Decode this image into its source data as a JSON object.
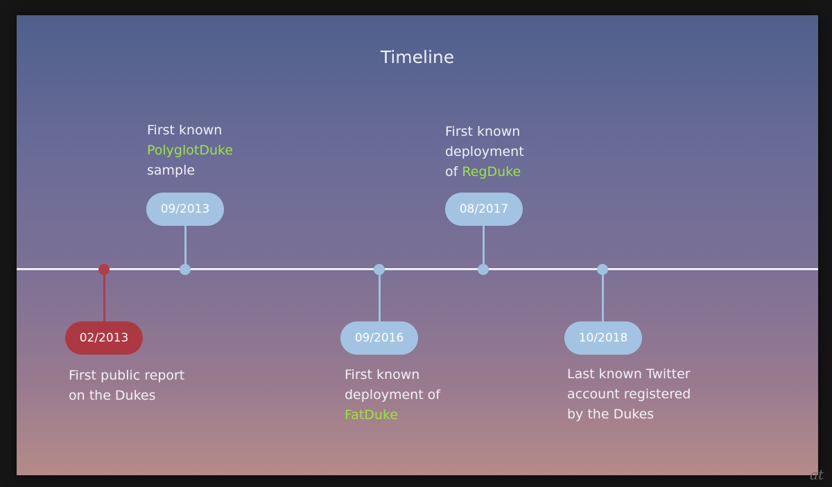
{
  "title": "Timeline",
  "events": [
    {
      "date": "02/2013",
      "line1": "First public report",
      "line2": "on the Dukes"
    },
    {
      "date": "09/2013",
      "line1": "First known",
      "highlight": "PolyglotDuke",
      "line3": "sample"
    },
    {
      "date": "09/2016",
      "line1": "First known",
      "line2": "deployment of",
      "highlight": "FatDuke"
    },
    {
      "date": "08/2017",
      "line1": "First known",
      "line2": "deployment",
      "prefix": "of ",
      "highlight": "RegDuke"
    },
    {
      "date": "10/2018",
      "line1": "Last known Twitter",
      "line2": "account registered",
      "line3": "by the Dukes"
    }
  ],
  "colors": {
    "accent_green": "#9ee53d",
    "pill_blue": "#a2c4e2",
    "pill_red": "#ad3842",
    "axis": "#eceef4"
  },
  "watermark": "at"
}
